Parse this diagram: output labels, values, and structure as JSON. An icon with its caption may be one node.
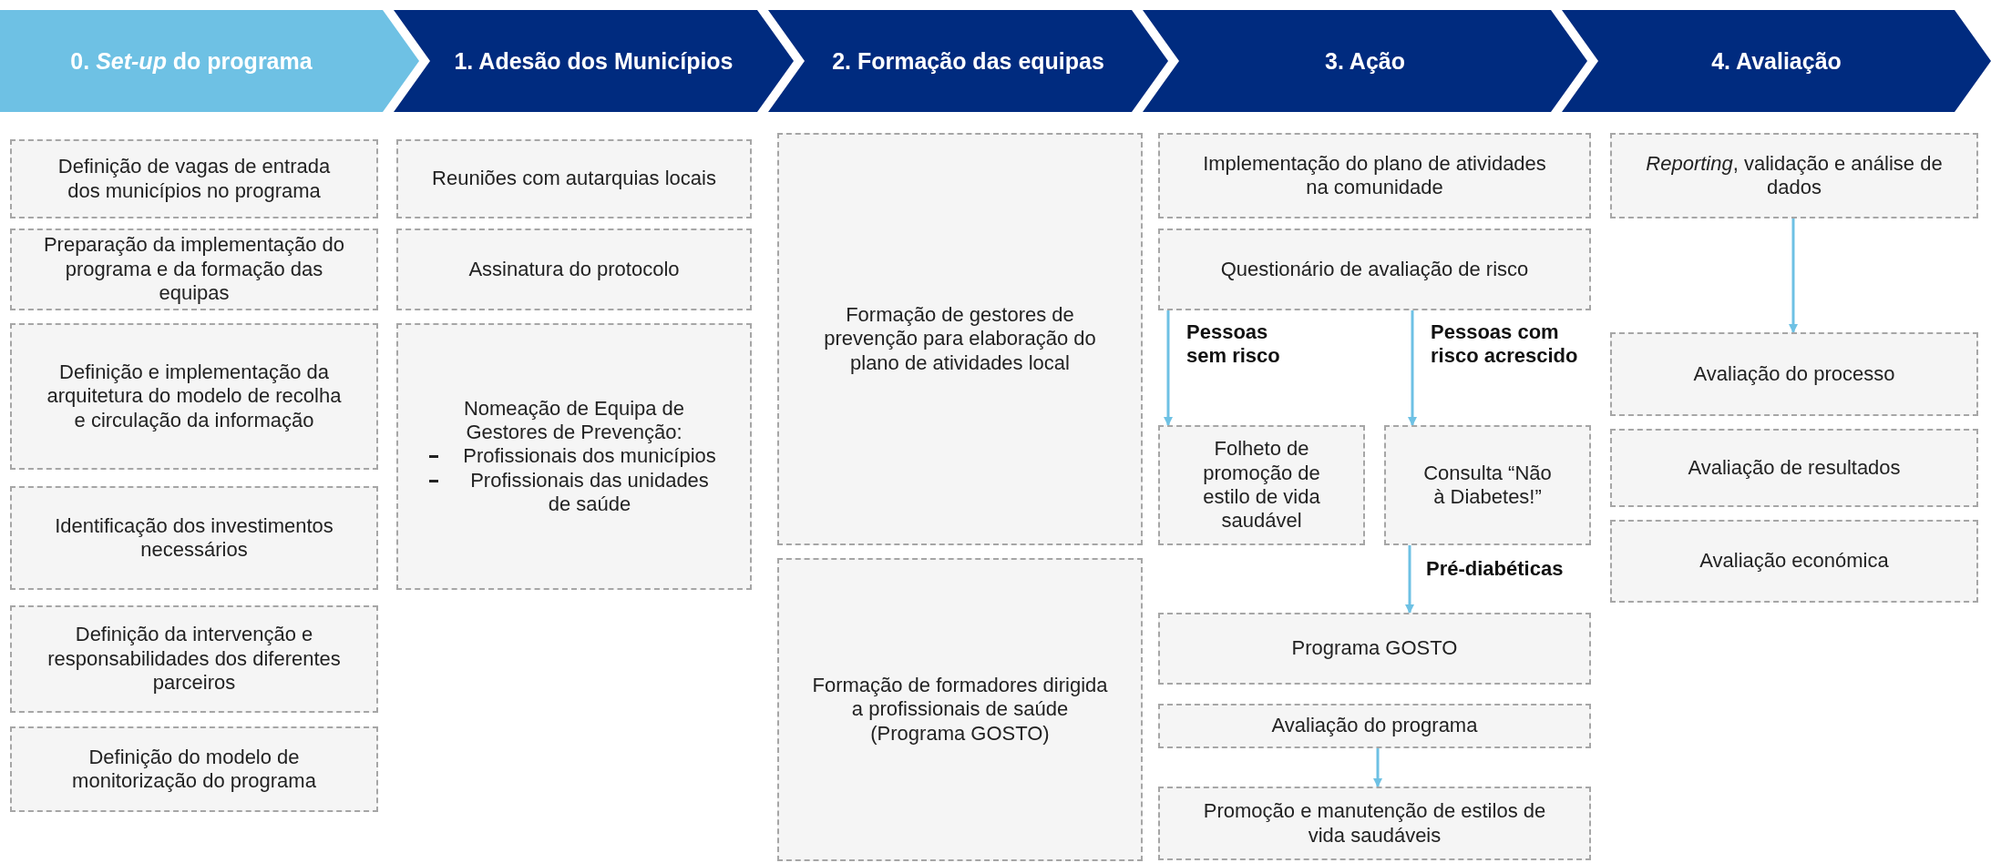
{
  "diagram": {
    "nodes": [
      {
        "text": [
          "0. *Set-up* do programa"
        ]
      },
      {
        "text": [
          "1. Adesão dos Municípios"
        ]
      },
      {
        "text": [
          "2. Formação das equipas"
        ]
      },
      {
        "text": [
          "3. Ação"
        ]
      },
      {
        "text": [
          "4. Avaliação"
        ]
      },
      {
        "text": [
          "Definição de vagas de entrada dos municípios no programa"
        ]
      },
      {
        "text": [
          "Preparação da implementação do programa e da formação das equipas"
        ]
      },
      {
        "text": [
          "Definição e implementação da arquitetura do modelo de recolha e circulação da informação"
        ]
      },
      {
        "text": [
          "Identificação dos investimentos necessários"
        ]
      },
      {
        "text": [
          "Definição da intervenção e responsabilidades dos diferentes parceiros"
        ]
      },
      {
        "text": [
          "Definição do modelo de monitorização do programa"
        ]
      },
      {
        "text": [
          "Reuniões com autarquias locais"
        ]
      },
      {
        "text": [
          "Assinatura do protocolo"
        ]
      },
      {
        "text": [
          "Nomeação de Equipa de Gestores de Prevenção:",
          "Profissionais dos municípios",
          "Profissionais das unidades de saúde"
        ]
      },
      {
        "text": [
          "Formação de gestores de prevenção para elaboração do plano de atividades local"
        ]
      },
      {
        "text": [
          "Formação de formadores dirigida a profissionais de saúde (Programa GOSTO)"
        ]
      },
      {
        "text": [
          "Implementação do plano de atividades na comunidade"
        ]
      },
      {
        "text": [
          "Questionário de avaliação de risco"
        ]
      },
      {
        "text": [
          "Folheto de promoção de estilo de vida saudável"
        ]
      },
      {
        "text": [
          "Consulta “Não à Diabetes!”"
        ]
      },
      {
        "text": [
          "Programa GOSTO"
        ]
      },
      {
        "text": [
          "Avaliação do programa"
        ]
      },
      {
        "text": [
          "Promoção e manutenção de estilos de vida saudáveis"
        ]
      },
      {
        "text": [
          "*Reporting*, validação e análise de dados"
        ]
      },
      {
        "text": [
          "Avaliação do processo"
        ]
      },
      {
        "text": [
          "Avaliação de resultados"
        ]
      },
      {
        "text": [
          "Avaliação económica"
        ]
      }
    ],
    "edges": [
      {
        "from": 17,
        "to": 18,
        "arrow": "to",
        "label": "Pessoas sem risco"
      },
      {
        "from": 17,
        "to": 19,
        "arrow": "to",
        "label": "Pessoas com risco acrescido"
      },
      {
        "from": 19,
        "to": 20,
        "arrow": "to",
        "label": "Pré-diabéticas"
      },
      {
        "from": 21,
        "to": 22,
        "arrow": "to"
      },
      {
        "from": 23,
        "to": 24,
        "arrow": "to"
      }
    ]
  }
}
